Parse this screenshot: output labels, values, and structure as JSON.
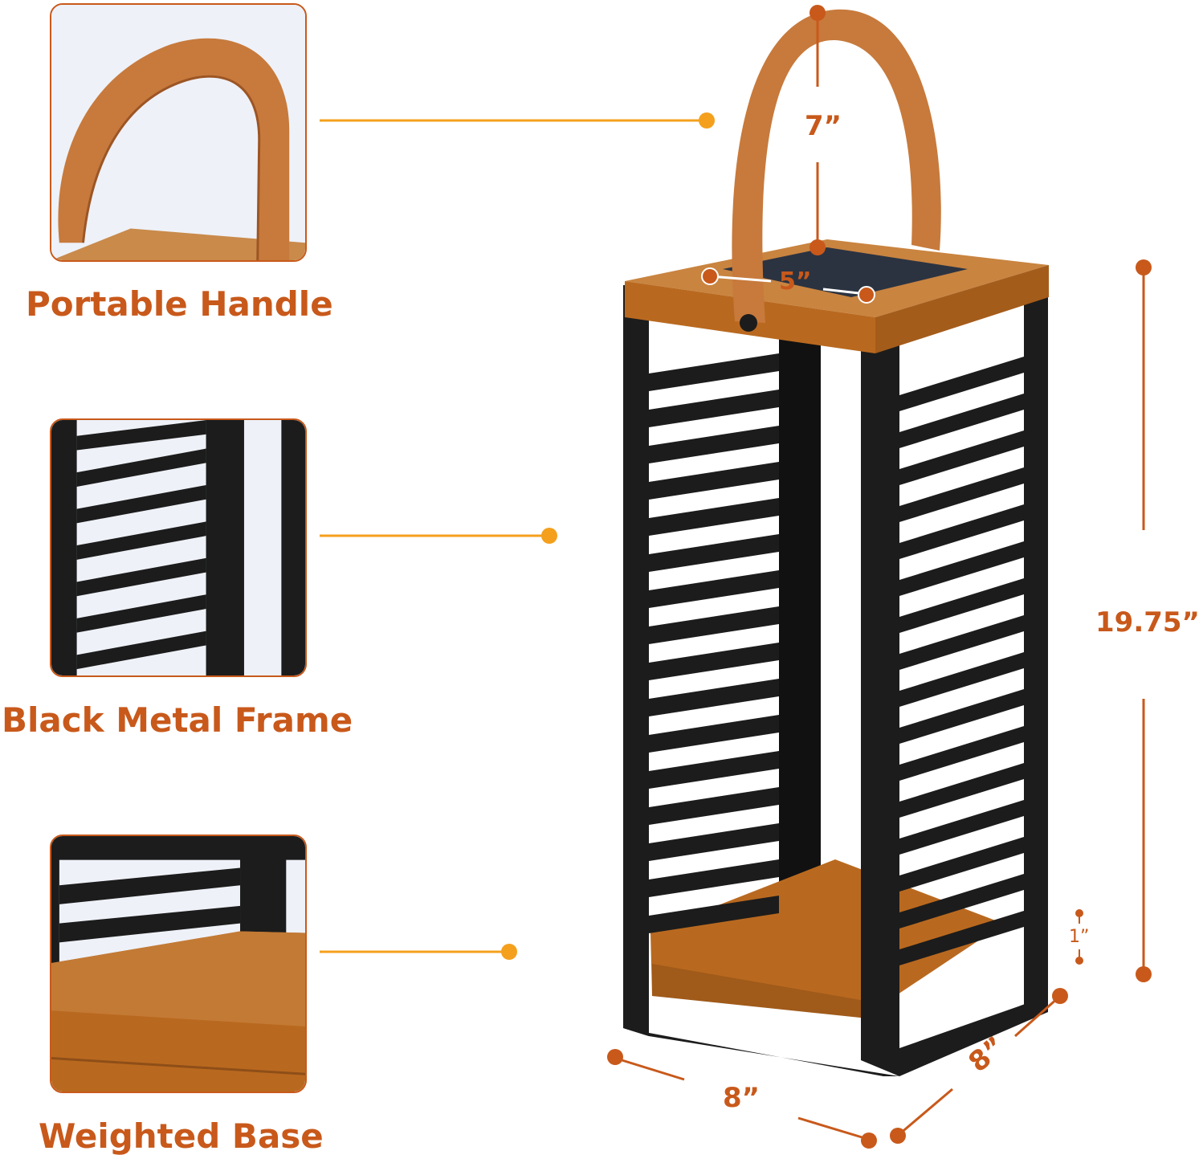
{
  "colors": {
    "accent": "#c8591b",
    "callout": "#f4a01d",
    "frame": "#1c1c1c",
    "wood": "#b9691f",
    "strap": "#c77a3c",
    "panel": "#2b3341"
  },
  "features": [
    {
      "label": "Portable Handle",
      "icon": "leather-strap"
    },
    {
      "label": "Black Metal Frame",
      "icon": "metal-frame"
    },
    {
      "label": "Weighted Base",
      "icon": "wood-base"
    }
  ],
  "dimensions": {
    "handle_height": "7”",
    "panel_width": "5”",
    "total_height": "19.75”",
    "base_thickness": "1”",
    "depth": "8”",
    "width": "8”"
  }
}
